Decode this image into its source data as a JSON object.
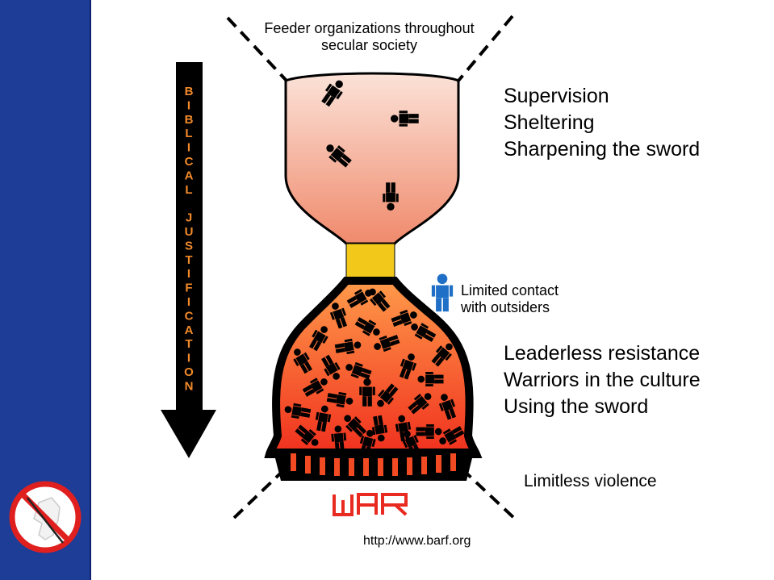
{
  "feeder": {
    "line1": "Feeder organizations throughout",
    "line2": "secular society"
  },
  "arrow": {
    "text": "BIBLICAL JUSTIFICATION",
    "text_color": "#f28a2a"
  },
  "top_list": [
    "Supervision",
    "Sheltering",
    "Sharpening the sword"
  ],
  "contact": {
    "line1": "Limited contact",
    "line2": "with outsiders"
  },
  "bottom_list": [
    "Leaderless resistance",
    "Warriors in the culture",
    "Using the sword"
  ],
  "violence_label": "Limitless violence",
  "war_label": "WAR",
  "url": "http://www.barf.org",
  "icons": [
    "prohibition-sign-icon",
    "person-icon",
    "down-arrow-icon"
  ],
  "colors": {
    "sidebar": "#1e3d96",
    "top_bulb_light": "#fbe2d8",
    "top_bulb_dark": "#f08a6c",
    "neck": "#f2c81a",
    "bottom_bulb_light": "#ff9a4a",
    "bottom_bulb_dark": "#f0301e",
    "war": "#e82a20",
    "person_blue": "#1f6fc6"
  }
}
